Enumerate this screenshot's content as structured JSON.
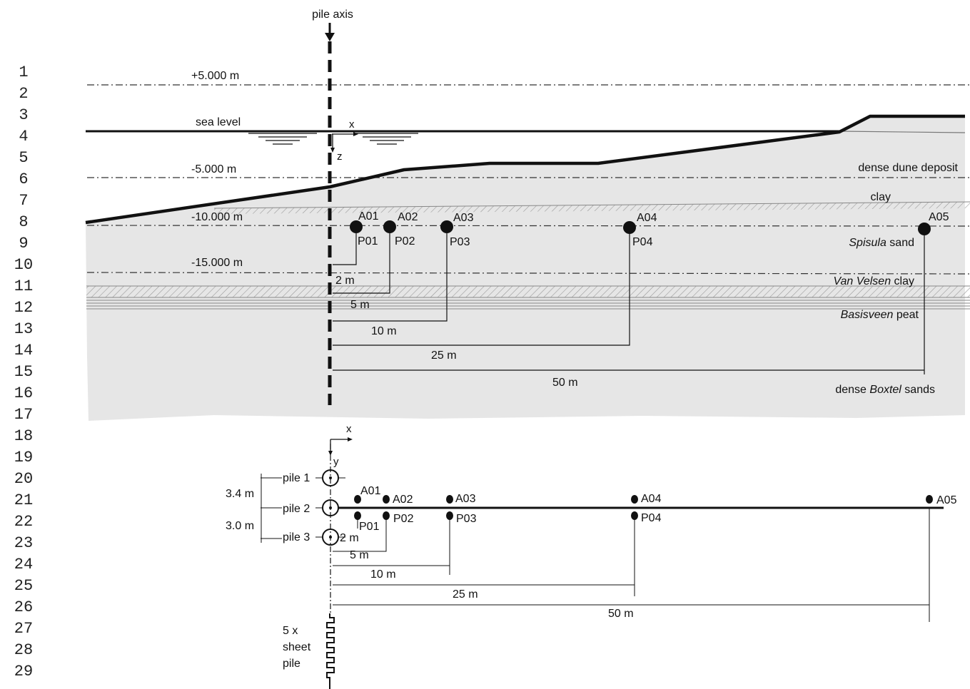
{
  "line_numbers": [
    "1",
    "2",
    "3",
    "4",
    "5",
    "6",
    "7",
    "8",
    "9",
    "10",
    "11",
    "12",
    "13",
    "14",
    "15",
    "16",
    "17",
    "18",
    "19",
    "20",
    "21",
    "22",
    "23",
    "24",
    "25",
    "26",
    "27",
    "28",
    "29"
  ],
  "colors": {
    "soil": "#e6e6e6",
    "ink": "#111111",
    "hatch": "#9a9a9a"
  },
  "section": {
    "pile_axis_label": "pile axis",
    "elevations": [
      "+5.000 m",
      "-5.000 m",
      "-10.000 m",
      "-15.000 m"
    ],
    "sea_level_label": "sea level",
    "axis_x": "x",
    "axis_z": "z",
    "layers": {
      "dune": "dense dune deposit",
      "clay": "clay",
      "spisula_italic": "Spisula",
      "spisula_rest": " sand",
      "velsen_italic": "Van Velsen",
      "velsen_rest": " clay",
      "basis_italic": "Basisveen",
      "basis_rest": " peat",
      "boxtel_pre": "dense ",
      "boxtel_italic": "Boxtel",
      "boxtel_rest": " sands"
    },
    "sensors_a": [
      "A01",
      "A02",
      "A03",
      "A04",
      "A05"
    ],
    "sensors_p": [
      "P01",
      "P02",
      "P03",
      "P04"
    ],
    "distances": [
      "2 m",
      "5 m",
      "10 m",
      "25 m",
      "50 m"
    ]
  },
  "plan": {
    "axis_x": "x",
    "axis_y": "y",
    "piles": [
      "pile 1",
      "pile 2",
      "pile 3"
    ],
    "spacings": [
      "3.4 m",
      "3.0 m"
    ],
    "sensors_a": [
      "A01",
      "A02",
      "A03",
      "A04",
      "A05"
    ],
    "sensors_p": [
      "P01",
      "P02",
      "P03",
      "P04"
    ],
    "distances": [
      "2 m",
      "5 m",
      "10 m",
      "25 m",
      "50 m"
    ],
    "sheet_pile": [
      "5 x",
      "sheet",
      "pile"
    ]
  }
}
